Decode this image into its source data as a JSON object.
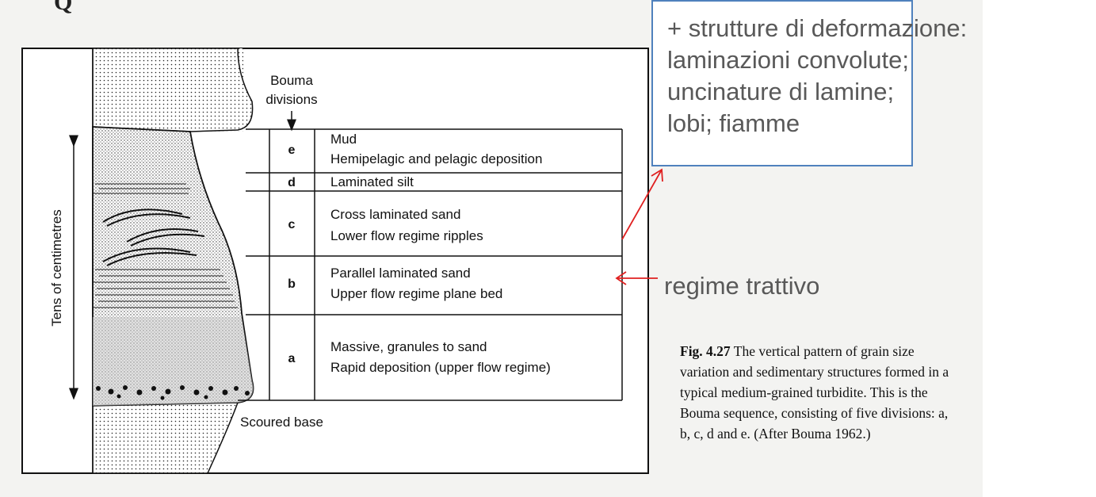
{
  "corner_glyph": "Q",
  "diagram": {
    "bouma_label_line1": "Bouma",
    "bouma_label_line2": "divisions",
    "axis_label": "Tens of centimetres",
    "scoured_base": "Scoured base",
    "divisions": [
      {
        "letter": "e",
        "line1": "Mud",
        "line2": "Hemipelagic and pelagic deposition"
      },
      {
        "letter": "d",
        "line1": "Laminated silt",
        "line2": ""
      },
      {
        "letter": "c",
        "line1": "Cross laminated sand",
        "line2": "Lower flow regime ripples"
      },
      {
        "letter": "b",
        "line1": "Parallel laminated sand",
        "line2": "Upper flow regime plane bed"
      },
      {
        "letter": "a",
        "line1": "Massive, granules to sand",
        "line2": "Rapid deposition (upper flow regime)"
      }
    ]
  },
  "caption": {
    "fig_number": "Fig. 4.27",
    "text": "The vertical pattern of grain size variation and sedimentary structures formed in a typical medium-grained turbidite. This is the Bouma sequence, consisting of five divisions: a, b, c, d and e. (After Bouma 1962.)"
  },
  "annotations": {
    "deformation_lines": [
      "+ strutture di deformazione:",
      "laminazioni convolute;",
      "uncinature di lamine;",
      "lobi; fiamme"
    ],
    "traction_regime": "regime trattivo"
  },
  "colors": {
    "annotation_border": "#4f81bd",
    "annotation_text": "#595959",
    "arrow": "#e02020"
  }
}
